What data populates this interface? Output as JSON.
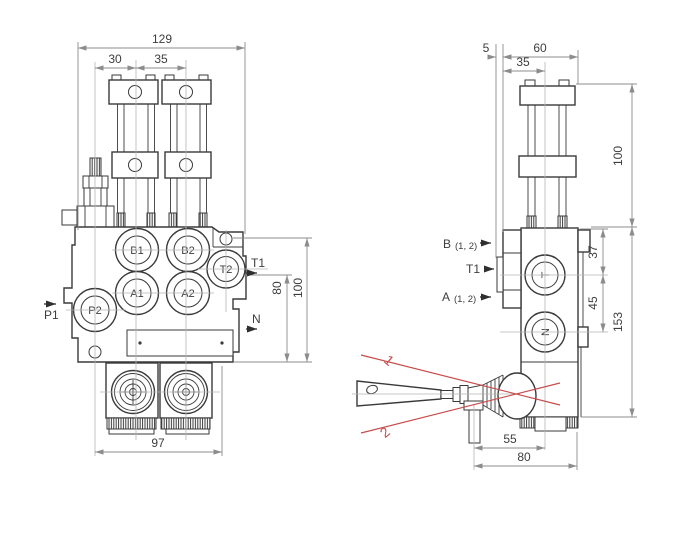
{
  "colors": {
    "outline": "#3a3a3a",
    "dimension_lines": "#8c8c8c",
    "centerlines": "#b5b5b5",
    "lever_position_red": "#c84b4b",
    "background": "#ffffff"
  },
  "front_view": {
    "dims": {
      "d129": "129",
      "d30": "30",
      "d35": "35",
      "d97": "97",
      "d80": "80",
      "d100": "100"
    },
    "ports": {
      "b1": "B1",
      "b2": "B2",
      "t2": "T2",
      "a1": "A1",
      "a2": "A2",
      "p2": "P2"
    },
    "labels": {
      "p1": "P1",
      "t1": "T1",
      "n": "N"
    }
  },
  "side_view": {
    "dims": {
      "d5": "5",
      "d60": "60",
      "d35": "35",
      "d100": "100",
      "d37": "37",
      "d45": "45",
      "d153": "153",
      "d55": "55",
      "d80": "80"
    },
    "ports": {
      "t": "T",
      "n": "N"
    },
    "labels": {
      "b": "B",
      "b_sub": "(1, 2)",
      "t1": "T1",
      "a": "A",
      "a_sub": "(1, 2)"
    },
    "lever": {
      "pos1": "1",
      "pos2": "2"
    }
  }
}
